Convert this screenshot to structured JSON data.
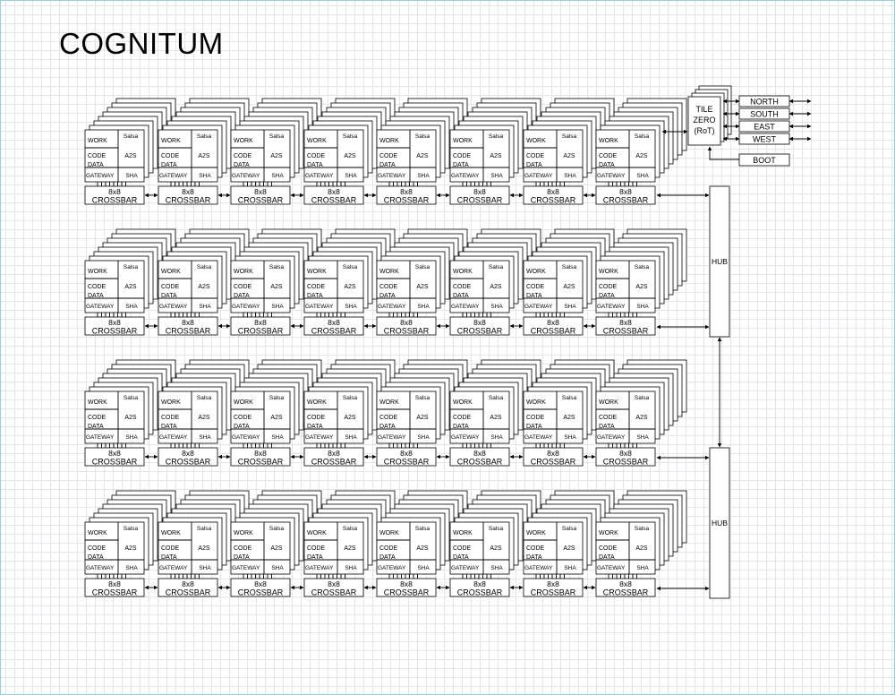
{
  "title": "COGNITUM",
  "tile": {
    "work": "WORK",
    "salsa": "Salsa",
    "code": "CODE",
    "a2s": "A2S",
    "data": "DATA",
    "gateway": "GATEWAY",
    "sha": "SHA"
  },
  "crossbar": {
    "line1": "8x8",
    "line2": "CROSSBAR"
  },
  "tile_zero": {
    "line1": "TILE",
    "line2": "ZERO",
    "line3": "(RoT)"
  },
  "ports": [
    "NORTH",
    "SOUTH",
    "EAST",
    "WEST"
  ],
  "boot": "BOOT",
  "hub": "HUB",
  "grid": {
    "rows": 4,
    "columns": 8,
    "stack_depth": 8
  }
}
